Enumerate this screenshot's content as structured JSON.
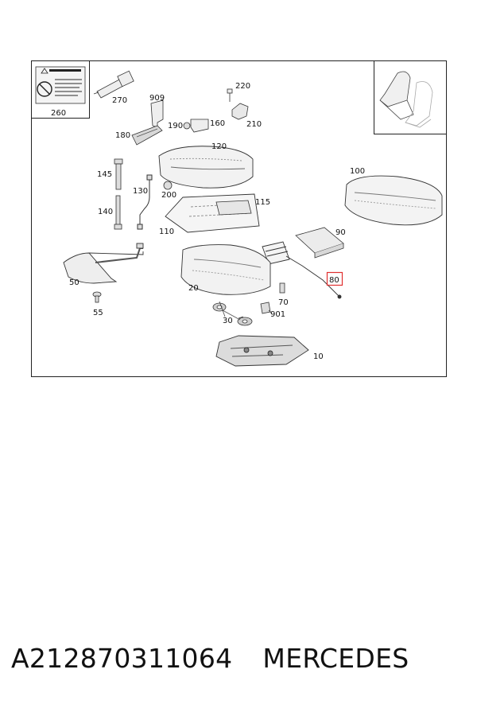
{
  "diagram": {
    "labels": {
      "p260": "260",
      "p270": "270",
      "p909": "909",
      "p220": "220",
      "p210": "210",
      "p190": "190",
      "p160": "160",
      "p180": "180",
      "p120": "120",
      "p145": "145",
      "p130": "130",
      "p200": "200",
      "p115": "115",
      "p140": "140",
      "p110": "110",
      "p100": "100",
      "p90": "90",
      "p80": "80",
      "p50": "50",
      "p20": "20",
      "p70": "70",
      "p55": "55",
      "p30": "30",
      "p901": "901",
      "p10": "10"
    },
    "highlight_label": "p80",
    "highlight_color": "#e03030",
    "line_color": "#333333"
  },
  "footer": {
    "part_number": "A212870311064",
    "brand": "MERCEDES"
  }
}
